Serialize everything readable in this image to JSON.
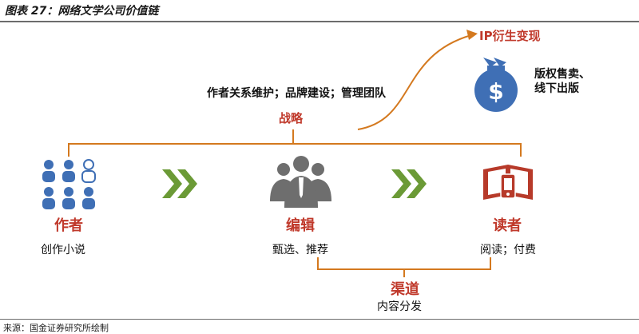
{
  "title": "图表 27：网络文学公司价值链",
  "source": "来源：国金证券研究所绘制",
  "ip": {
    "label": "IP衍生变现",
    "desc_line1": "版权售卖、",
    "desc_line2": "线下出版"
  },
  "strategy": {
    "items": "作者关系维护；品牌建设；管理团队",
    "label": "战略"
  },
  "nodes": [
    {
      "label": "作者",
      "desc": "创作小说"
    },
    {
      "label": "编辑",
      "desc": "甄选、推荐"
    },
    {
      "label": "读者",
      "desc": "阅读；付费"
    }
  ],
  "channel": {
    "label": "渠道",
    "desc": "内容分发"
  },
  "colors": {
    "red": "#c0392b",
    "orange": "#d4791f",
    "icon_blue": "#3f6fb5",
    "icon_gray": "#6e6e6e",
    "chevron": "#6b9a36"
  },
  "icons": [
    "money-bag-icon",
    "people-group-icon",
    "business-people-icon",
    "book-reader-icon",
    "double-chevron-right-icon"
  ]
}
